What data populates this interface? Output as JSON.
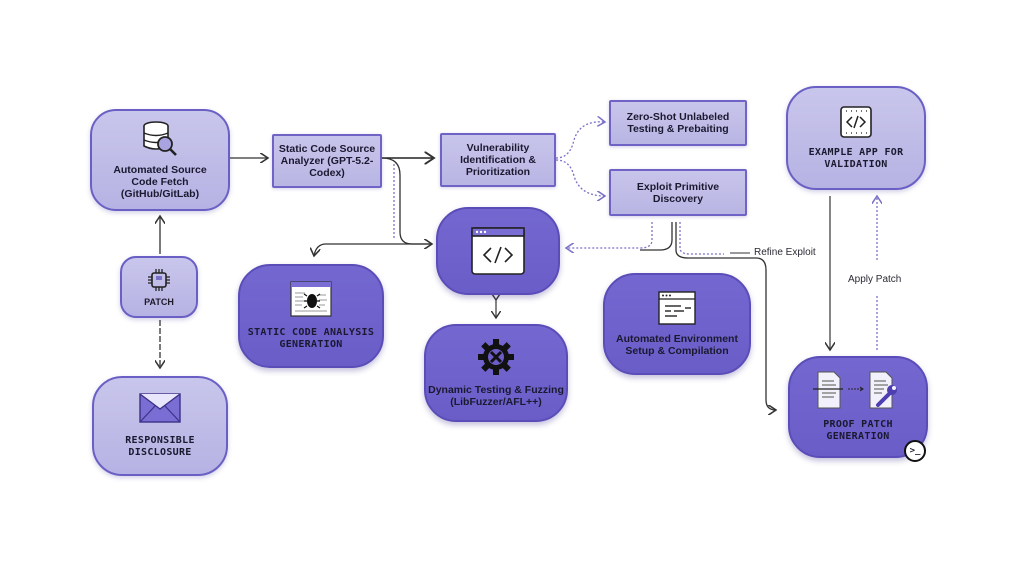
{
  "nodes": {
    "source_fetch": {
      "label": "Automated Source Code Fetch (GitHub/GitLab)",
      "icon": "database-search-icon"
    },
    "static_analyzer": {
      "label": "Static Code Source Analyzer (GPT-5.2-Codex)"
    },
    "vuln_ident": {
      "label": "Vulnerability Identification & Prioritization"
    },
    "zero_shot": {
      "label": "Zero-Shot Unlabeled Testing & Prebaiting"
    },
    "exploit_primitive": {
      "label": "Exploit Primitive Discovery"
    },
    "example_app": {
      "label": "EXAMPLE APP FOR VALIDATION",
      "icon": "code-file-icon"
    },
    "patch": {
      "label": "PATCH",
      "icon": "chip-icon"
    },
    "code_window": {
      "label": "",
      "icon": "code-window-icon"
    },
    "static_generation": {
      "label": "STATIC CODE ANALYSIS GENERATION",
      "icon": "bug-window-icon"
    },
    "dynamic_testing": {
      "label": "Dynamic Testing & Fuzzing (LibFuzzer/AFL++)",
      "icon": "gear-x-icon"
    },
    "env_setup": {
      "label": "Automated Environment Setup & Compilation",
      "icon": "terminal-window-icon"
    },
    "responsible_disclosure": {
      "label": "RESPONSIBLE DISCLOSURE",
      "icon": "envelope-icon"
    },
    "proof_patch": {
      "label": "PROOF PATCH GENERATION",
      "icon": "document-wrench-icon",
      "badge_icon": "terminal-prompt-icon"
    }
  },
  "edges": {
    "refine_exploit": "Refine Exploit",
    "apply_patch": "Apply Patch"
  },
  "colors": {
    "light_node": "#b9b5e4",
    "dark_node": "#6b5dc8",
    "border": "#6a5fc4",
    "arrow": "#333333",
    "dotted_arrow": "#7a72c9"
  }
}
